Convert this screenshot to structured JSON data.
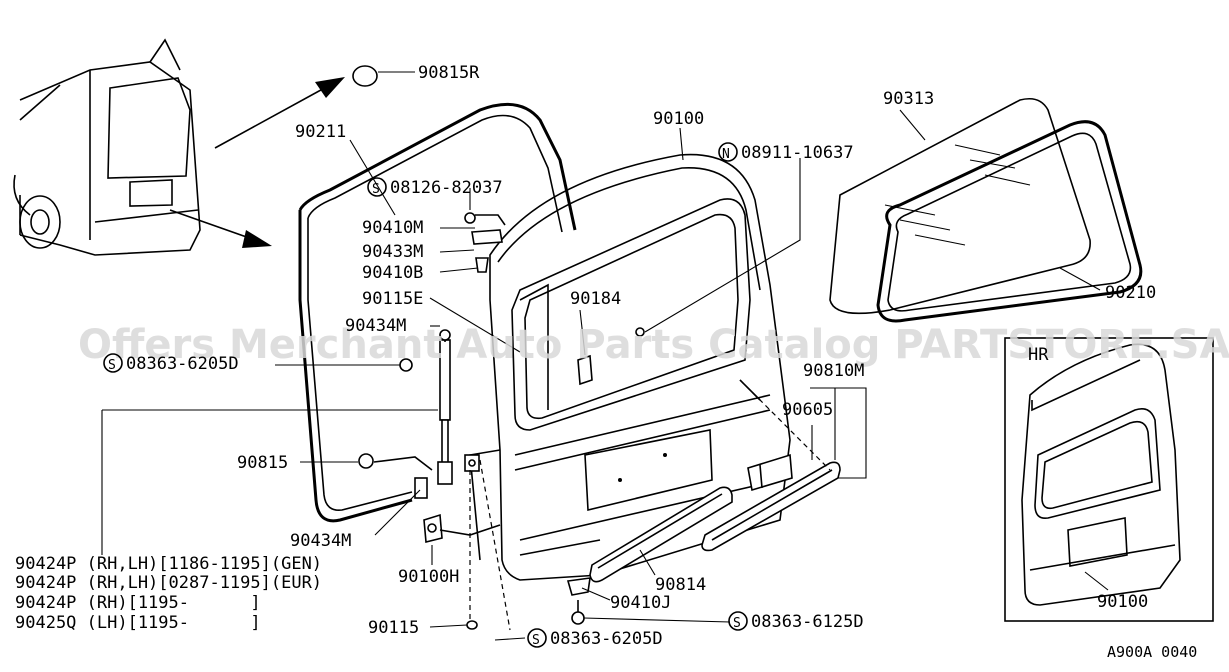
{
  "watermark": "Offers Merchant Auto Parts Catalog PARTSTORE.SA",
  "drawing_code": "A900A 0040",
  "inset_title": "HR",
  "labels": {
    "l90815R": "90815R",
    "l90211": "90211",
    "l90100": "90100",
    "l90313": "90313",
    "l08911": "08911-10637",
    "l08126": "08126-82037",
    "l90410M": "90410M",
    "l90433M": "90433M",
    "l90410B": "90410B",
    "l90115E": "90115E",
    "l90184": "90184",
    "l90210": "90210",
    "l90434M_top": "90434M",
    "l08363_left": "08363-6205D",
    "l90810M": "90810M",
    "l90605": "90605",
    "l90815": "90815",
    "l90434M_bot": "90434M",
    "l90100H": "90100H",
    "l90814": "90814",
    "l90410J": "90410J",
    "l08363_right": "08363-6125D",
    "l90115": "90115",
    "l08363_bottom": "08363-6205D",
    "l90100_inset": "90100"
  },
  "symbol_letters": {
    "n": "N",
    "s": "S"
  },
  "notes": [
    "90424P (RH,LH)[1186-1195](GEN)",
    "90424P (RH,LH)[0287-1195](EUR)",
    "90424P (RH)[1195-      ]",
    "90425Q (LH)[1195-      ]"
  ]
}
